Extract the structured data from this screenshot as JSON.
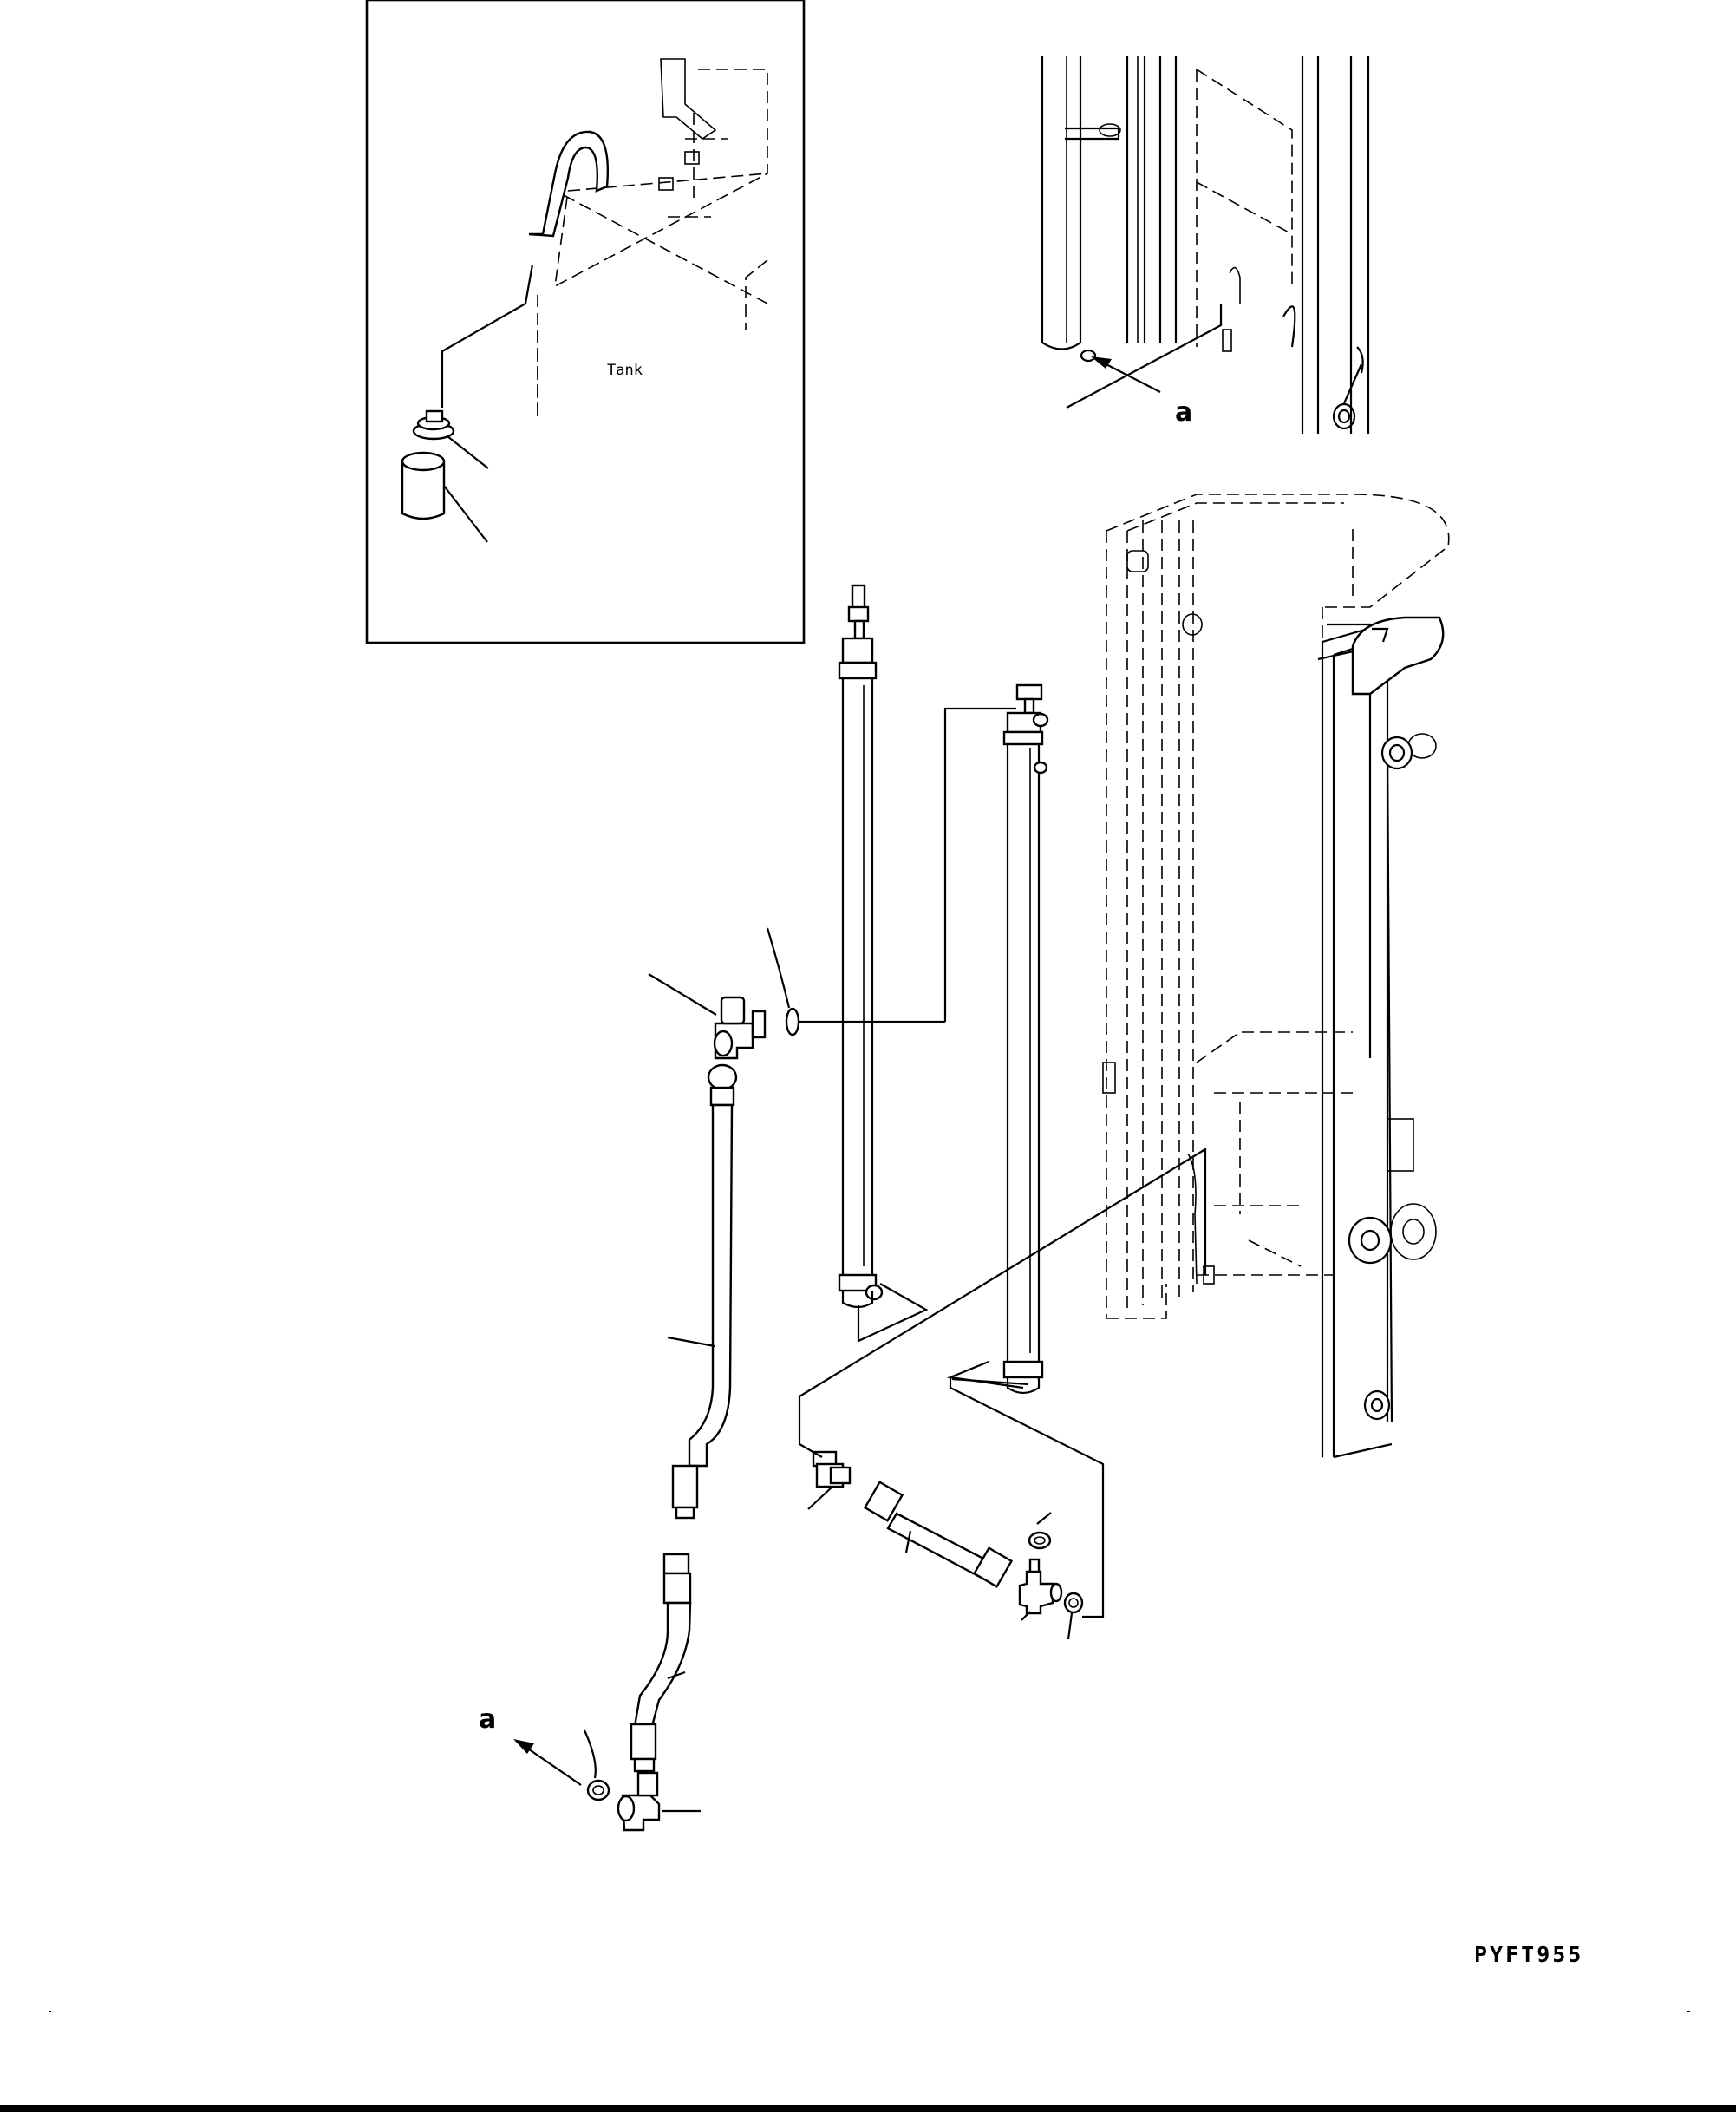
{
  "labels": {
    "tank": "Tank",
    "callout_upper": "a",
    "callout_lower": "a",
    "drawing_code": "PYFT955"
  }
}
